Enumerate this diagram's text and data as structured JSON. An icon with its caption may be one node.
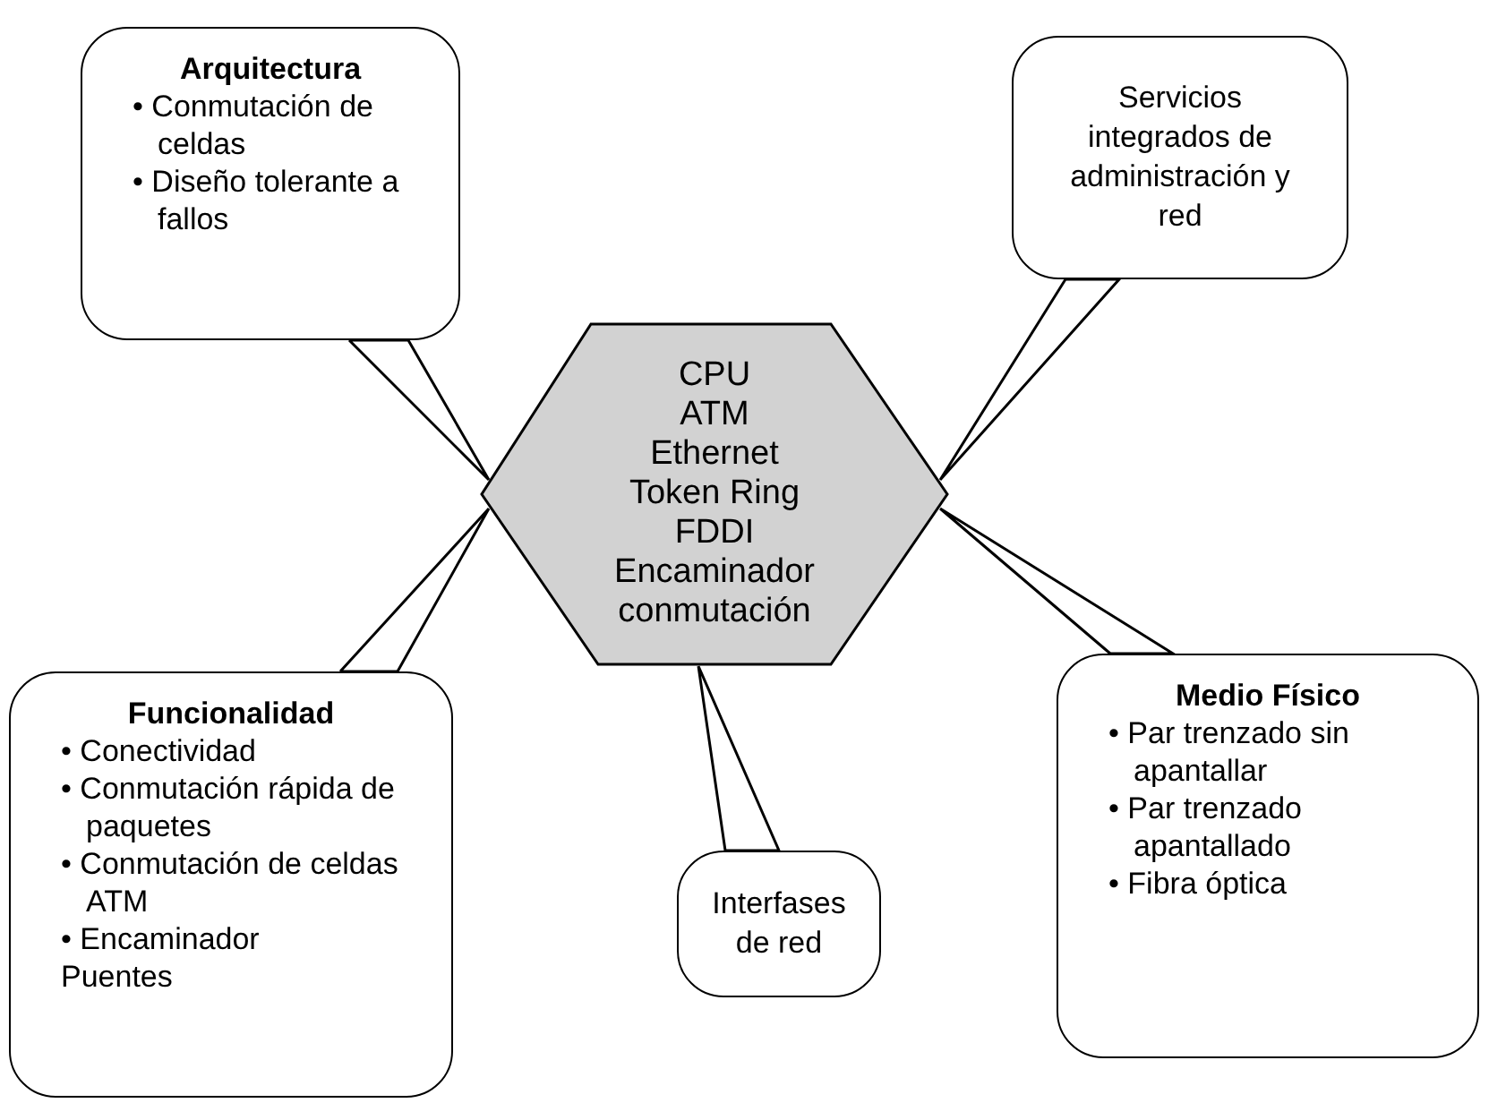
{
  "diagram": {
    "nodes": [
      {
        "text": [
          "Arquitectura",
          "• Conmutación de celdas",
          "• Diseño tolerante a fallos"
        ]
      },
      {
        "text": [
          "Servicios integrados de administración y red"
        ]
      },
      {
        "text": [
          "CPU",
          "ATM",
          "Ethernet",
          "Token Ring",
          "FDDI",
          "Encaminador conmutación"
        ]
      },
      {
        "text": [
          "Funcionalidad",
          "• Conectividad",
          "• Conmutación rápida de paquetes",
          "• Conmutación de celdas ATM",
          "• Encaminador",
          "Puentes"
        ]
      },
      {
        "text": [
          "Interfases de red"
        ]
      },
      {
        "text": [
          "Medio Físico",
          "• Par trenzado sin apantallar",
          "• Par trenzado apantallado",
          "• Fibra óptica"
        ]
      }
    ],
    "edges": [
      {
        "from": 0,
        "to": 2,
        "arrow": "none"
      },
      {
        "from": 1,
        "to": 2,
        "arrow": "none"
      },
      {
        "from": 3,
        "to": 2,
        "arrow": "none"
      },
      {
        "from": 4,
        "to": 2,
        "arrow": "none"
      },
      {
        "from": 5,
        "to": 2,
        "arrow": "none"
      }
    ]
  }
}
